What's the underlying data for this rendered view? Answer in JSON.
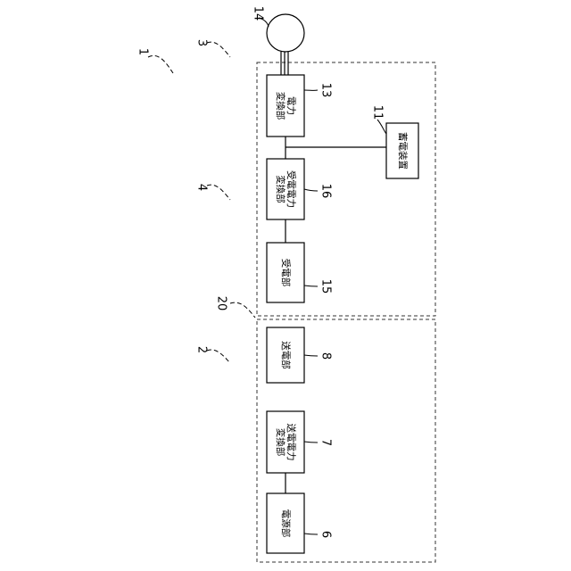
{
  "blocks": {
    "power_conversion_13": "電力\n変換部",
    "storage_11": "蓄電装置",
    "receive_conversion_16": "受電電力\n変換部",
    "receiver_15": "受電部",
    "transmitter_8": "送電部",
    "transmit_conversion_7": "送電電力\n変換部",
    "power_source_6": "電源部"
  },
  "ref_numerals": {
    "system": "1",
    "vehicle": "3",
    "receiving_device": "4",
    "transmitting_device": "2",
    "contactless_system": "20",
    "motor": "14",
    "power_conversion": "13",
    "storage": "11",
    "receive_conversion": "16",
    "receiver": "15",
    "transmitter": "8",
    "transmit_conversion": "7",
    "power_source": "6"
  }
}
